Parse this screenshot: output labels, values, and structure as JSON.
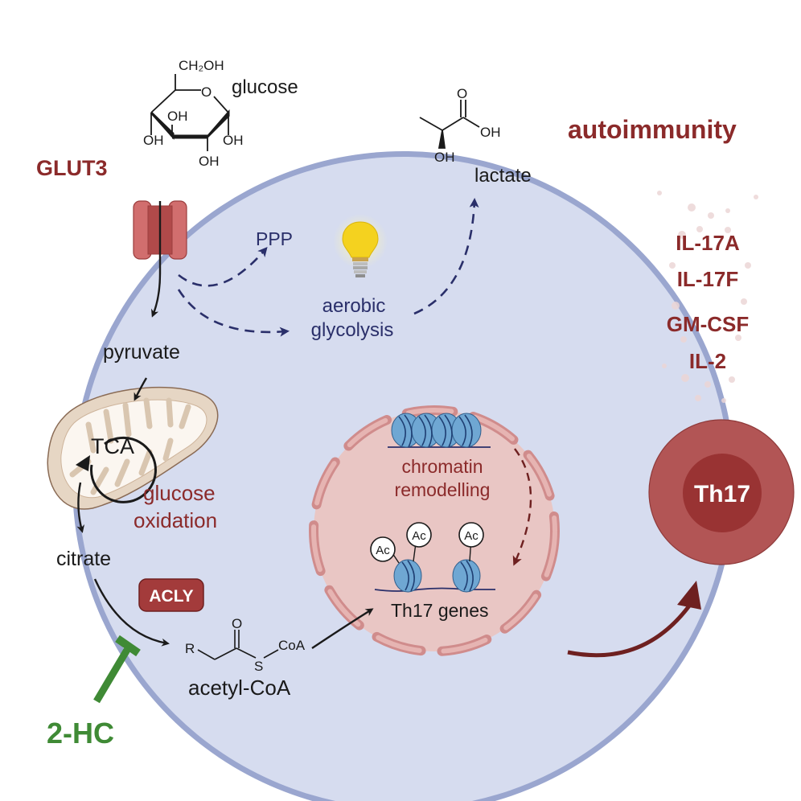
{
  "figure": {
    "title": "autoimmunity",
    "transporter": "GLUT3",
    "molecules": {
      "glucose": {
        "label": "glucose",
        "atoms": {
          "ch2oh": "CH₂OH",
          "ring_o": "O",
          "oh_top": "OH",
          "oh_left": "OH",
          "oh_right": "OH",
          "oh_bottom": "OH"
        }
      },
      "lactate": {
        "label": "lactate",
        "atoms": {
          "carbonyl_o": "O",
          "acid_oh": "OH",
          "alpha_oh": "OH"
        }
      },
      "acetyl_coa": {
        "label": "acetyl-CoA",
        "atoms": {
          "r": "R",
          "o": "O",
          "s": "S",
          "coa": "CoA"
        }
      }
    },
    "pathways": {
      "ppp": "PPP",
      "aerobic_glycolysis": [
        "aerobic",
        "glycolysis"
      ],
      "pyruvate": "pyruvate",
      "tca": "TCA",
      "glucose_oxidation": [
        "glucose",
        "oxidation"
      ],
      "citrate": "citrate",
      "enzyme": "ACLY"
    },
    "nucleus": {
      "chromatin_remodelling": [
        "chromatin",
        "remodelling"
      ],
      "acetyl_marks": [
        "Ac",
        "Ac",
        "Ac"
      ],
      "genes": "Th17 genes"
    },
    "inhibitor": "2-HC",
    "cytokines": [
      "IL-17A",
      "IL-17F",
      "GM-CSF",
      "IL-2"
    ],
    "cell": "Th17",
    "colors": {
      "cell_fill": "#d6dcef",
      "membrane": "#9aa6cf",
      "nucleus_fill": "#e9c6c4",
      "nucleus_border": "#cf7a7a",
      "dark_red": "#8b2a2a",
      "navy": "#2a2f6a",
      "inhibitor_green": "#3f8a35",
      "mitochondrion": "#e6d6c4",
      "bulb": "#f4d21f"
    }
  }
}
